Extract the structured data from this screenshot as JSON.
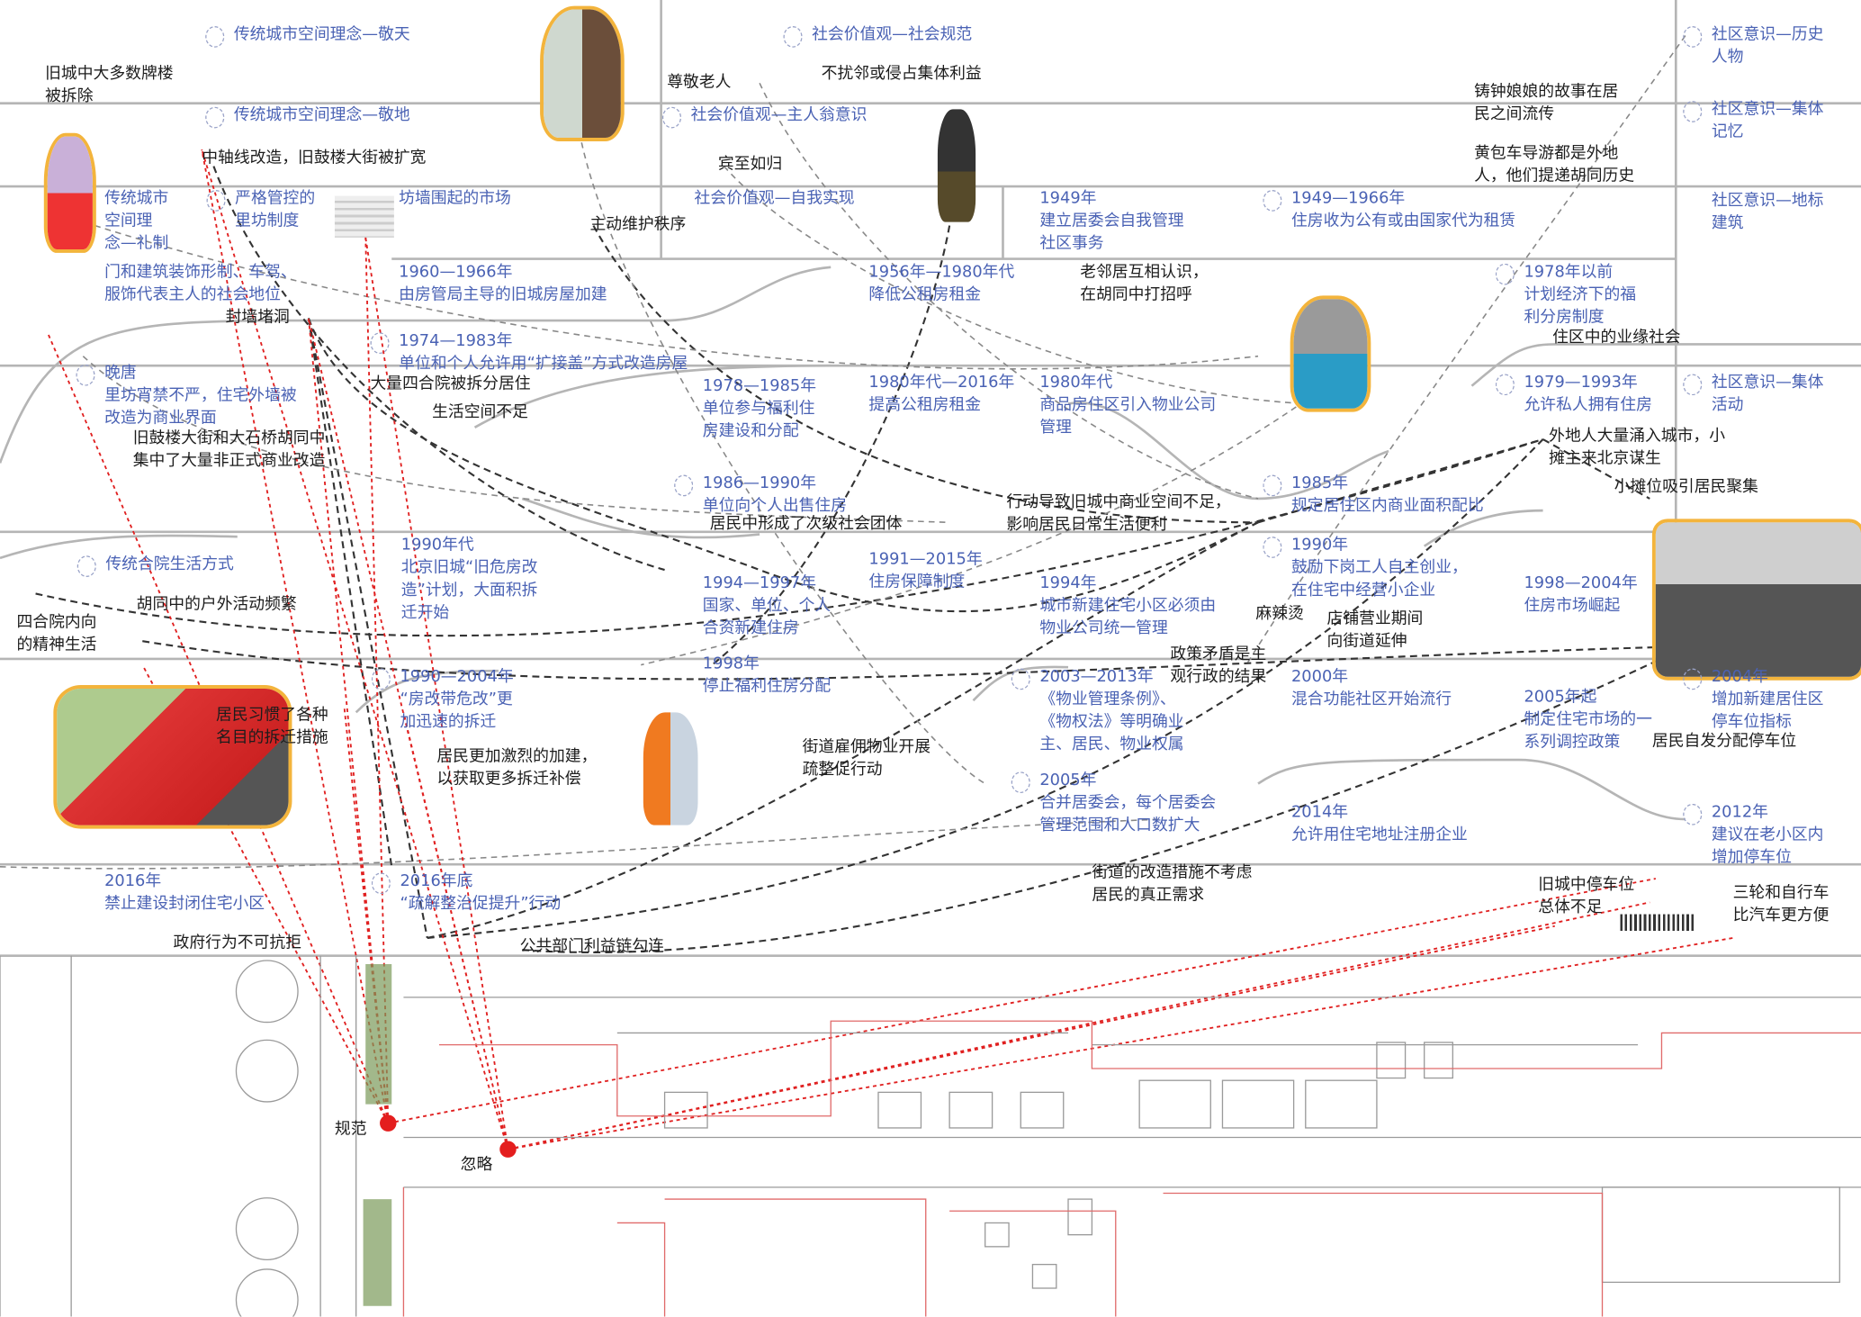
{
  "colors": {
    "label": "#4a62b4",
    "note": "#1c1c1c",
    "link_red": "#e02020",
    "dot_red": "#e41e1e"
  },
  "labels": [
    "传统城市空间理念—敬天",
    "传统城市空间理念—敬地",
    "传统城市\n空间理\n念—礼制",
    "严格管控的\n里坊制度",
    "坊墙围起的市场",
    "门和建筑装饰形制、车驾、\n服饰代表主人的社会地位",
    "社会价值观—社会规范",
    "社会价值观—主人翁意识",
    "社会价值观—自我实现",
    "1949年\n建立居委会自我管理\n社区事务",
    "1949—1966年\n住房收为公有或由国家代为租赁",
    "社区意识—历史\n人物",
    "社区意识—集体\n记忆",
    "社区意识—地标\n建筑",
    "1960—1966年\n由房管局主导的旧城房屋加建",
    "1956年—1980年代\n降低公租房租金",
    "1978年以前\n计划经济下的福\n利分房制度",
    "1974—1983年\n单位和个人允许用“扩接盖”方式改造房屋",
    "晚唐\n里坊宵禁不严，住宅外墙被\n改造为商业界面",
    "1978—1985年\n单位参与福利住\n房建设和分配",
    "1980年代—2016年\n提高公租房租金",
    "1980年代\n商品房住区引入物业公司\n管理",
    "1979—1993年\n允许私人拥有住房",
    "社区意识—集体\n活动",
    "1986—1990年\n单位向个人出售住房",
    "1985年\n规定居住区内商业面积配比",
    "传统合院生活方式",
    "1990年代\n北京旧城“旧危房改\n造”计划，大面积拆\n迁开始",
    "1991—2015年\n住房保障制度",
    "1994—1997年\n国家、单位、个人\n合资新建住房",
    "1994年\n城市新建住宅小区必须由\n物业公司统一管理",
    "1990年\n鼓励下岗工人自主创业，\n在住宅中经营小企业",
    "1998—2004年\n住房市场崛起",
    "1998年\n停止福利住房分配",
    "1990—2004年\n“房改带危改”更\n加迅速的拆迁",
    "2003—2013年\n《物业管理条例》、\n《物权法》等明确业\n主、居民、物业权属",
    "2000年\n混合功能社区开始流行",
    "2005年起\n制定住宅市场的一\n系列调控政策",
    "2004年\n增加新建居住区\n停车位指标",
    "2005年\n合并居委会，每个居委会\n管理范围和人口数扩大",
    "2014年\n允许用住宅地址注册企业",
    "2012年\n建议在老小区内\n增加停车位",
    "2016年\n禁止建设封闭住宅小区",
    "2016年底\n“疏解整治促提升”行动"
  ],
  "notes": [
    "旧城中大多数牌楼\n被拆除",
    "中轴线改造，旧鼓楼大街被扩宽",
    "尊敬老人",
    "不扰邻或侵占集体利益",
    "宾至如归",
    "主动维护秩序",
    "封墙堵洞",
    "大量四合院被拆分居住",
    "生活空间不足",
    "旧鼓楼大街和大石桥胡同中\n集中了大量非正式商业改造",
    "老邻居互相认识，\n在胡同中打招呼",
    "铸钟娘娘的故事在居\n民之间流传",
    "黄包车导游都是外地\n人，他们提递胡同历史",
    "住区中的业缘社会",
    "外地人大量涌入城市，小\n摊主来北京谋生",
    "小摊位吸引居民聚集",
    "行动导致旧城中商业空间不足，\n影响居民日常生活便利",
    "居民中形成了次级社会团体",
    "胡同中的户外活动频繁",
    "四合院内向\n的精神生活",
    "麻辣烫",
    "店铺营业期间\n向街道延伸",
    "政策矛盾是主\n观行政的结果",
    "居民习惯了各种\n名目的拆迁措施",
    "居民更加激烈的加建，\n以获取更多拆迁补偿",
    "街道雇佣物业开展\n疏整促行动",
    "居民自发分配停车位",
    "街道的改造措施不考虑\n居民的真正需求",
    "旧城中停车位\n总体不足",
    "三轮和自行车\n比汽车更方便",
    "政府行为不可抗拒",
    "公共部门利益链勾连",
    "规范",
    "忽略"
  ]
}
